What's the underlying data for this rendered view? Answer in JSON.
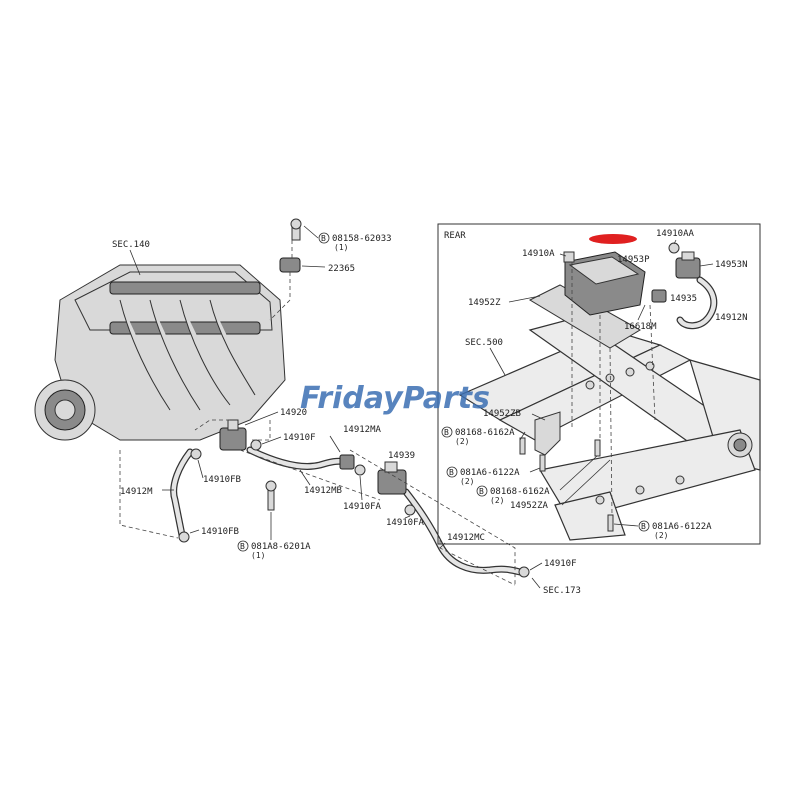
{
  "watermark": {
    "brand": "FridayParts",
    "color": "#3b6fb3"
  },
  "highlight_color": "#e02020",
  "sections": {
    "sec140": "SEC.140",
    "sec500": "SEC.500",
    "sec173": "SEC.173",
    "rear": "REAR"
  },
  "callouts": {
    "p08158_62033": "08158-62033",
    "p08158_62033_qty": "(1)",
    "p22365": "22365",
    "p14920": "14920",
    "p14910F_a": "14910F",
    "p14912MA": "14912MA",
    "p14939": "14939",
    "p14910FB_a": "14910FB",
    "p14912M": "14912M",
    "p14912MB": "14912MB",
    "p14910FA_a": "14910FA",
    "p14910FA_b": "14910FA",
    "p14910FB_b": "14910FB",
    "p081A8_6201A": "081A8-6201A",
    "p081A8_6201A_qty": "(1)",
    "p14912MC": "14912MC",
    "p14910F_b": "14910F",
    "p14910A": "14910A",
    "p14910AA": "14910AA",
    "p14953P": "14953P",
    "p14953N": "14953N",
    "p14952Z": "14952Z",
    "p14935": "14935",
    "p16618M": "16618M",
    "p14912N": "14912N",
    "p14952ZB": "14952ZB",
    "p08168_6162A_a": "08168-6162A",
    "p08168_6162A_a_qty": "(2)",
    "p081A6_6122A_a": "081A6-6122A",
    "p081A6_6122A_a_qty": "(2)",
    "p08168_6162A_b": "08168-6162A",
    "p08168_6162A_b_qty": "(2)",
    "p14952ZA": "14952ZA",
    "p081A6_6122A_b": "081A6-6122A",
    "p081A6_6122A_b_qty": "(2)"
  },
  "bolt_marker": "B"
}
